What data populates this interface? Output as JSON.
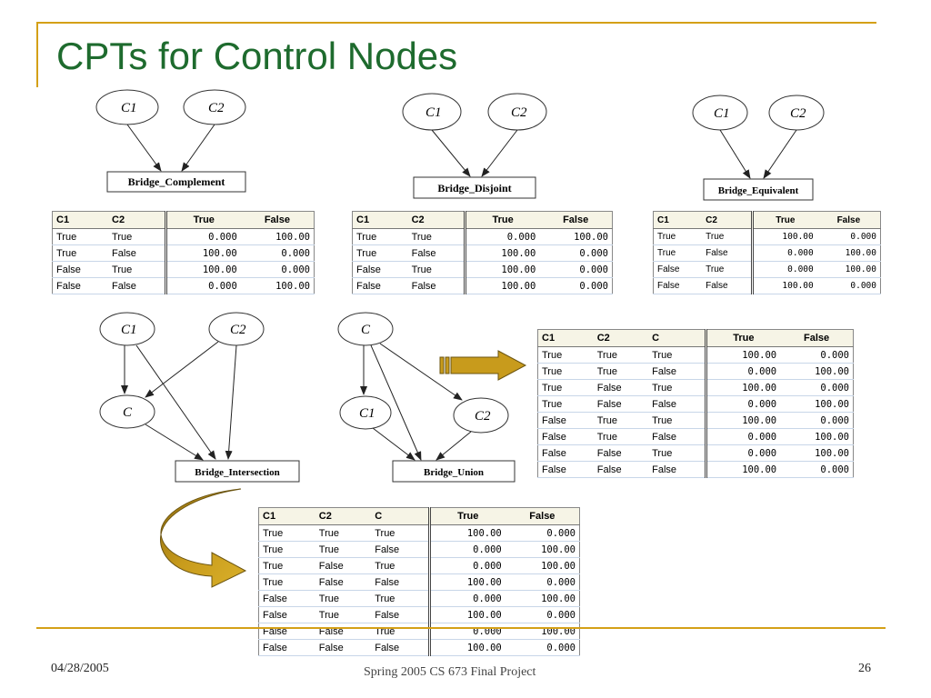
{
  "slide": {
    "title": "CPTs for Control Nodes",
    "footer_date": "04/28/2005",
    "footer_center": "Spring 2005 CS 673 Final Project",
    "page_number": "26"
  },
  "diagrams": {
    "complement": {
      "c1": "C1",
      "c2": "C2",
      "box": "Bridge_Complement"
    },
    "disjoint": {
      "c1": "C1",
      "c2": "C2",
      "box": "Bridge_Disjoint"
    },
    "equivalent": {
      "c1": "C1",
      "c2": "C2",
      "box": "Bridge_Equivalent"
    },
    "intersection": {
      "c1": "C1",
      "c2": "C2",
      "c": "C",
      "box": "Bridge_Intersection"
    },
    "union": {
      "c": "C",
      "c1": "C1",
      "c2": "C2",
      "box": "Bridge_Union"
    }
  },
  "tables": {
    "complement": {
      "headers": [
        "C1",
        "C2",
        "True",
        "False"
      ],
      "rows": [
        [
          "True",
          "True",
          "0.000",
          "100.00"
        ],
        [
          "True",
          "False",
          "100.00",
          "0.000"
        ],
        [
          "False",
          "True",
          "100.00",
          "0.000"
        ],
        [
          "False",
          "False",
          "0.000",
          "100.00"
        ]
      ]
    },
    "disjoint": {
      "headers": [
        "C1",
        "C2",
        "True",
        "False"
      ],
      "rows": [
        [
          "True",
          "True",
          "0.000",
          "100.00"
        ],
        [
          "True",
          "False",
          "100.00",
          "0.000"
        ],
        [
          "False",
          "True",
          "100.00",
          "0.000"
        ],
        [
          "False",
          "False",
          "100.00",
          "0.000"
        ]
      ]
    },
    "equivalent": {
      "headers": [
        "C1",
        "C2",
        "True",
        "False"
      ],
      "rows": [
        [
          "True",
          "True",
          "100.00",
          "0.000"
        ],
        [
          "True",
          "False",
          "0.000",
          "100.00"
        ],
        [
          "False",
          "True",
          "0.000",
          "100.00"
        ],
        [
          "False",
          "False",
          "100.00",
          "0.000"
        ]
      ]
    },
    "union": {
      "headers": [
        "C1",
        "C2",
        "C",
        "True",
        "False"
      ],
      "rows": [
        [
          "True",
          "True",
          "True",
          "100.00",
          "0.000"
        ],
        [
          "True",
          "True",
          "False",
          "0.000",
          "100.00"
        ],
        [
          "True",
          "False",
          "True",
          "100.00",
          "0.000"
        ],
        [
          "True",
          "False",
          "False",
          "0.000",
          "100.00"
        ],
        [
          "False",
          "True",
          "True",
          "100.00",
          "0.000"
        ],
        [
          "False",
          "True",
          "False",
          "0.000",
          "100.00"
        ],
        [
          "False",
          "False",
          "True",
          "0.000",
          "100.00"
        ],
        [
          "False",
          "False",
          "False",
          "100.00",
          "0.000"
        ]
      ]
    },
    "intersection": {
      "headers": [
        "C1",
        "C2",
        "C",
        "True",
        "False"
      ],
      "rows": [
        [
          "True",
          "True",
          "True",
          "100.00",
          "0.000"
        ],
        [
          "True",
          "True",
          "False",
          "0.000",
          "100.00"
        ],
        [
          "True",
          "False",
          "True",
          "0.000",
          "100.00"
        ],
        [
          "True",
          "False",
          "False",
          "100.00",
          "0.000"
        ],
        [
          "False",
          "True",
          "True",
          "0.000",
          "100.00"
        ],
        [
          "False",
          "True",
          "False",
          "100.00",
          "0.000"
        ],
        [
          "False",
          "False",
          "True",
          "0.000",
          "100.00"
        ],
        [
          "False",
          "False",
          "False",
          "100.00",
          "0.000"
        ]
      ]
    }
  },
  "colors": {
    "title": "#1e6b2e",
    "accent": "#d4a017",
    "arrow_fill": "#c89b1c"
  }
}
